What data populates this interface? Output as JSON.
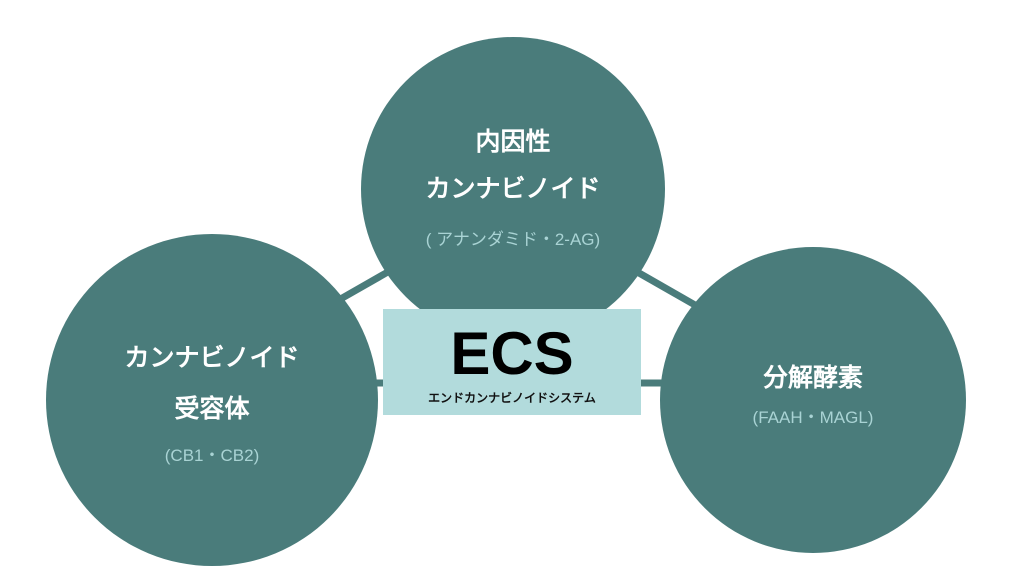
{
  "colors": {
    "circle": "#4a7c7b",
    "center_box": "#b2dbdc",
    "connector": "#4a7c7b",
    "subtext": "#a9d3d4"
  },
  "center": {
    "title": "ECS",
    "subtitle": "エンドカンナビノイドシステム"
  },
  "nodes": {
    "top": {
      "line1": "内因性",
      "line2": "カンナビノイド",
      "detail": "( アナンダミド・2-AG)"
    },
    "left": {
      "line1": "カンナビノイド",
      "line2": "受容体",
      "detail": "(CB1・CB2)"
    },
    "right": {
      "line1": "分解酵素",
      "detail": "(FAAH・MAGL)"
    }
  }
}
